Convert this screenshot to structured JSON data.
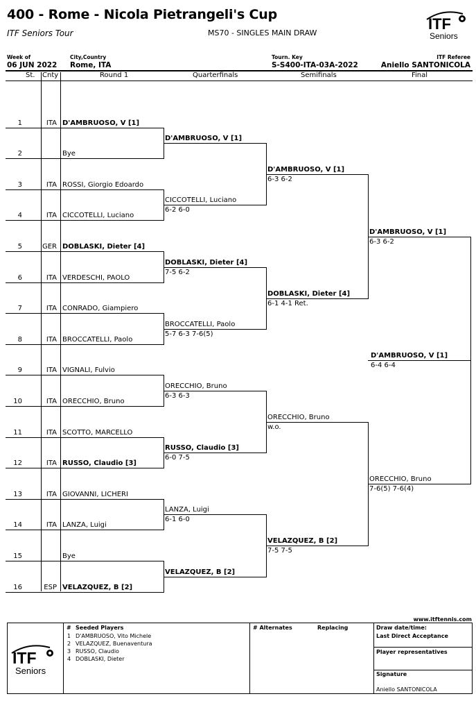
{
  "header": {
    "title": "400 - Rome - Nicola Pietrangeli's Cup",
    "tour": "ITF Seniors Tour",
    "event": "MS70 - SINGLES MAIN DRAW",
    "logo_text": "ITF",
    "logo_sub": "Seniors"
  },
  "info": {
    "week_label": "Week of",
    "week_value": "06 JUN 2022",
    "city_label": "City,Country",
    "city_value": "Rome, ITA",
    "key_label": "Tourn. Key",
    "key_value": "S-S400-ITA-03A-2022",
    "referee_label": "ITF Referee",
    "referee_value": "Aniello SANTONICOLA"
  },
  "columns": {
    "st": "St.",
    "cnty": "Cnty",
    "round1": "Round 1",
    "qf": "Quarterfinals",
    "sf": "Semifinals",
    "final": "Final"
  },
  "round1": [
    {
      "num": "1",
      "cnty": "ITA",
      "name": "D'AMBRUOSO, V [1]",
      "bold": true
    },
    {
      "num": "2",
      "cnty": "",
      "name": "Bye",
      "bold": false
    },
    {
      "num": "3",
      "cnty": "ITA",
      "name": "ROSSI, Giorgio Edoardo",
      "bold": false
    },
    {
      "num": "4",
      "cnty": "ITA",
      "name": "CICCOTELLI, Luciano",
      "bold": false
    },
    {
      "num": "5",
      "cnty": "GER",
      "name": "DOBLASKI, Dieter [4]",
      "bold": true
    },
    {
      "num": "6",
      "cnty": "ITA",
      "name": "VERDESCHI, PAOLO",
      "bold": false
    },
    {
      "num": "7",
      "cnty": "ITA",
      "name": "CONRADO, Giampiero",
      "bold": false
    },
    {
      "num": "8",
      "cnty": "ITA",
      "name": "BROCCATELLI, Paolo",
      "bold": false
    },
    {
      "num": "9",
      "cnty": "ITA",
      "name": "VIGNALI, Fulvio",
      "bold": false
    },
    {
      "num": "10",
      "cnty": "ITA",
      "name": "ORECCHIO, Bruno",
      "bold": false
    },
    {
      "num": "11",
      "cnty": "ITA",
      "name": "SCOTTO, MARCELLO",
      "bold": false
    },
    {
      "num": "12",
      "cnty": "ITA",
      "name": "RUSSO, Claudio [3]",
      "bold": true
    },
    {
      "num": "13",
      "cnty": "ITA",
      "name": "GIOVANNI, LICHERI",
      "bold": false
    },
    {
      "num": "14",
      "cnty": "ITA",
      "name": "LANZA, Luigi",
      "bold": false
    },
    {
      "num": "15",
      "cnty": "",
      "name": "Bye",
      "bold": false
    },
    {
      "num": "16",
      "cnty": "ESP",
      "name": "VELAZQUEZ, B [2]",
      "bold": true
    }
  ],
  "qf": [
    {
      "name": "D'AMBRUOSO, V [1]",
      "score": "",
      "bold": true
    },
    {
      "name": "CICCOTELLI, Luciano",
      "score": "6-2 6-0",
      "bold": false
    },
    {
      "name": "DOBLASKI, Dieter [4]",
      "score": "7-5 6-2",
      "bold": true
    },
    {
      "name": "BROCCATELLI, Paolo",
      "score": "5-7 6-3 7-6(5)",
      "bold": false
    },
    {
      "name": "ORECCHIO, Bruno",
      "score": "6-3 6-3",
      "bold": false
    },
    {
      "name": "RUSSO, Claudio [3]",
      "score": "6-0 7-5",
      "bold": true
    },
    {
      "name": "LANZA, Luigi",
      "score": "6-1 6-0",
      "bold": false
    },
    {
      "name": "VELAZQUEZ, B [2]",
      "score": "",
      "bold": true
    }
  ],
  "sf": [
    {
      "name": "D'AMBRUOSO, V [1]",
      "score": "6-3 6-2",
      "bold": true
    },
    {
      "name": "DOBLASKI, Dieter [4]",
      "score": "6-1 4-1 Ret.",
      "bold": true
    },
    {
      "name": "ORECCHIO, Bruno",
      "score": "w.o.",
      "bold": false
    },
    {
      "name": "VELAZQUEZ, B [2]",
      "score": "7-5 7-5",
      "bold": true
    }
  ],
  "final": [
    {
      "name": "D'AMBRUOSO, V [1]",
      "score": "6-3 6-2",
      "bold": true
    },
    {
      "name": "ORECCHIO, Bruno",
      "score": "7-6(5) 7-6(4)",
      "bold": false
    }
  ],
  "winner": {
    "name": "D'AMBRUOSO, V [1]",
    "score": "6-4 6-4"
  },
  "footer": {
    "website": "www.itftennis.com",
    "seeded_hash": "#",
    "seeded_label": "Seeded Players",
    "seeded": [
      {
        "n": "1",
        "name": "D'AMBRUOSO, Vito Michele"
      },
      {
        "n": "2",
        "name": "VELAZQUEZ, Buenaventura"
      },
      {
        "n": "3",
        "name": "RUSSO, Claudio"
      },
      {
        "n": "4",
        "name": "DOBLASKI, Dieter"
      }
    ],
    "alternates_label": "# Alternates",
    "replacing_label": "Replacing",
    "draw_date_label": "Draw date/time:",
    "last_direct_label": "Last Direct Acceptance",
    "player_reps_label": "Player representatives",
    "signature_label": "Signature",
    "signature_value": "Aniello SANTONICOLA"
  }
}
